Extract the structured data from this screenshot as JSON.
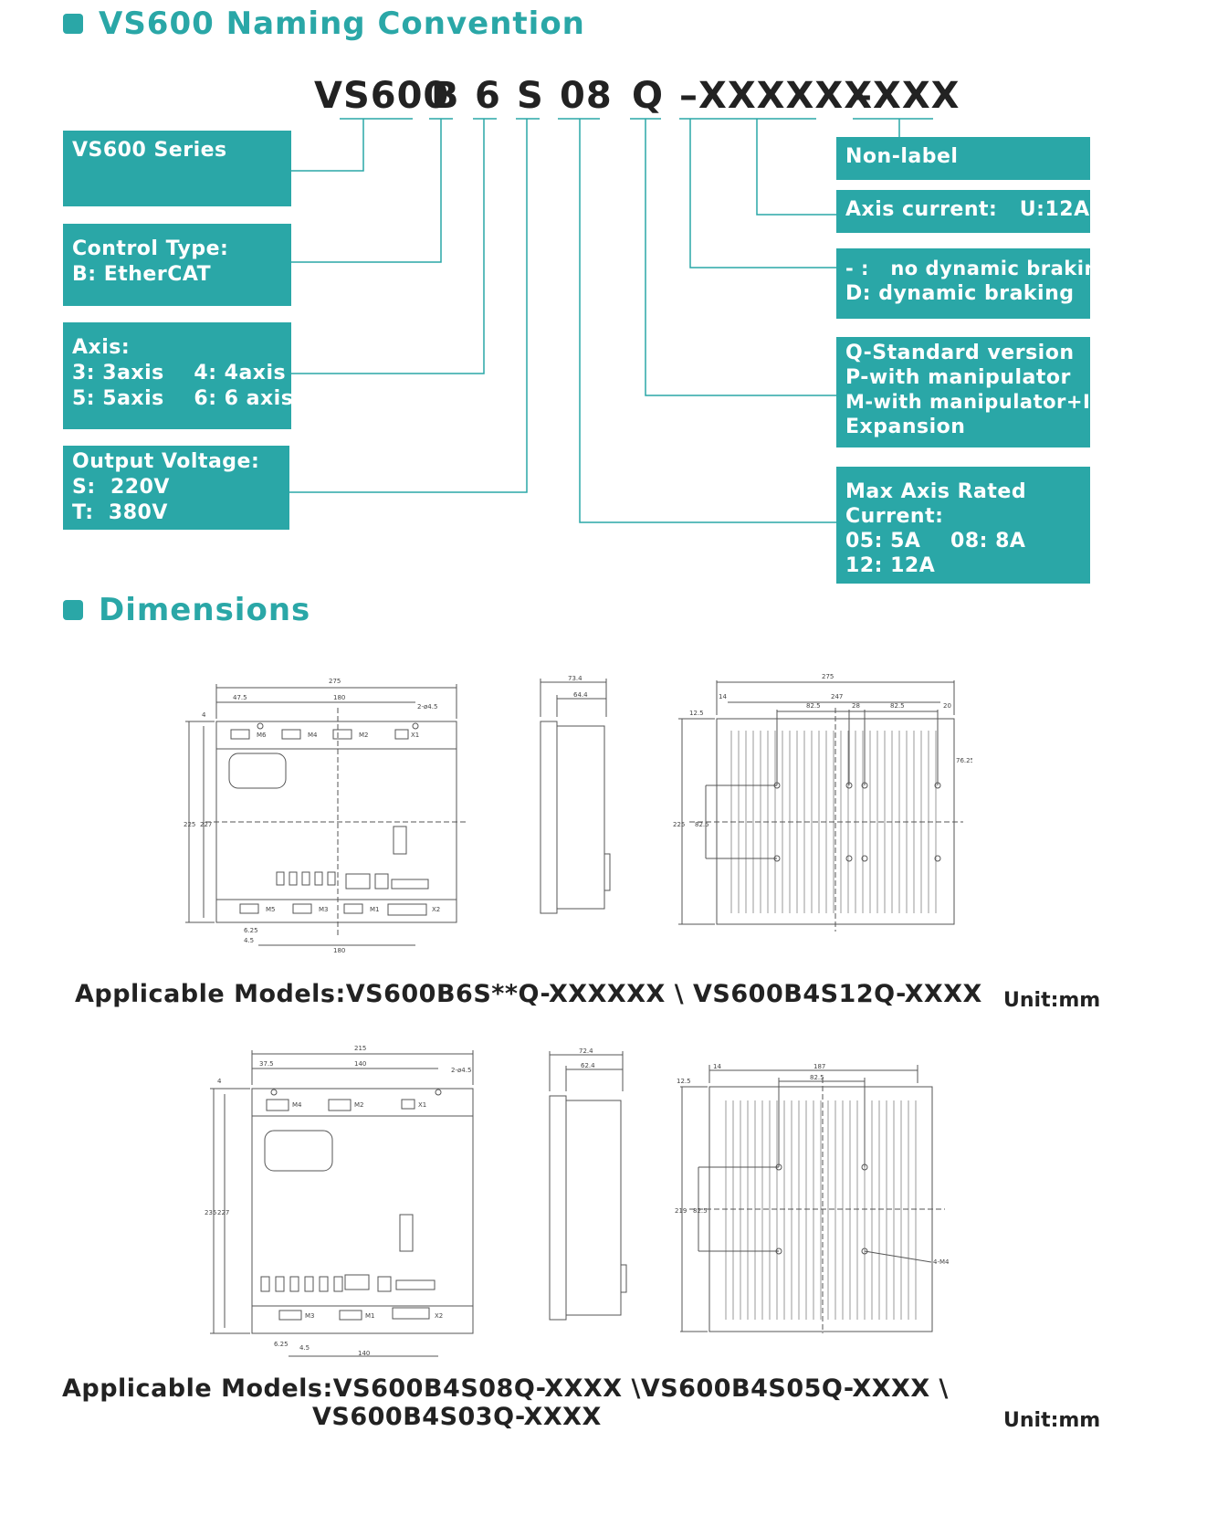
{
  "naming": {
    "title": "VS600 Naming Convention",
    "code_parts": [
      "VS600",
      "B",
      "6",
      "S",
      "08",
      "Q",
      "–XXXXXX",
      "–XXX"
    ],
    "left_boxes": [
      {
        "lines": [
          "VS600 Series"
        ]
      },
      {
        "lines": [
          "Control Type:",
          "B: EtherCAT"
        ]
      },
      {
        "lines": [
          "Axis:",
          "3: 3axis    4: 4axis",
          "5: 5axis    6: 6 axis"
        ]
      },
      {
        "lines": [
          "Output Voltage:",
          "S:  220V",
          "T:  380V"
        ]
      }
    ],
    "right_boxes": [
      {
        "lines": [
          "Non-label"
        ]
      },
      {
        "lines": [
          "Axis current:   U:12A"
        ]
      },
      {
        "lines": [
          "- :   no dynamic braking",
          "D: dynamic braking"
        ]
      },
      {
        "lines": [
          "Q-Standard version",
          "P-with manipulator",
          "M-with manipulator+IO",
          "Expansion"
        ]
      },
      {
        "lines": [
          "Max Axis Rated",
          "Current:",
          "05: 5A    08: 8A",
          "12: 12A"
        ]
      }
    ]
  },
  "dimensions": {
    "title": "Dimensions",
    "drawing1": {
      "front_dims": [
        "275",
        "47.5",
        "180",
        "2-ø4.5",
        "225",
        "227",
        "4",
        "6.25",
        "4.5",
        "180"
      ],
      "side_dims": [
        "73.4",
        "64.4"
      ],
      "back_dims": [
        "275",
        "247",
        "14",
        "82.5",
        "28",
        "82.5",
        "20",
        "12.5",
        "76.25",
        "225",
        "82.5"
      ],
      "connector_labels": [
        "M6",
        "M4",
        "M2",
        "X1",
        "M5",
        "M3",
        "M1",
        "X2"
      ],
      "caption": "Applicable Models:VS600B6S**Q-XXXXXX \\ VS600B4S12Q-XXXX",
      "unit": "Unit:mm"
    },
    "drawing2": {
      "front_dims": [
        "215",
        "37.5",
        "140",
        "2-ø4.5",
        "235",
        "227",
        "4",
        "6.25",
        "4.5",
        "140"
      ],
      "side_dims": [
        "72.4",
        "62.4"
      ],
      "back_dims": [
        "187",
        "14",
        "82.5",
        "12.5",
        "219",
        "82.5",
        "4-M4"
      ],
      "connector_labels": [
        "M4",
        "M2",
        "X1",
        "M3",
        "M1",
        "X2"
      ],
      "caption_line1": "Applicable Models:VS600B4S08Q-XXXX \\VS600B4S05Q-XXXX \\",
      "caption_line2": "VS600B4S03Q-XXXX",
      "unit": "Unit:mm"
    }
  },
  "colors": {
    "accent": "#2aa7a7",
    "text": "#222222",
    "line": "#555555"
  }
}
